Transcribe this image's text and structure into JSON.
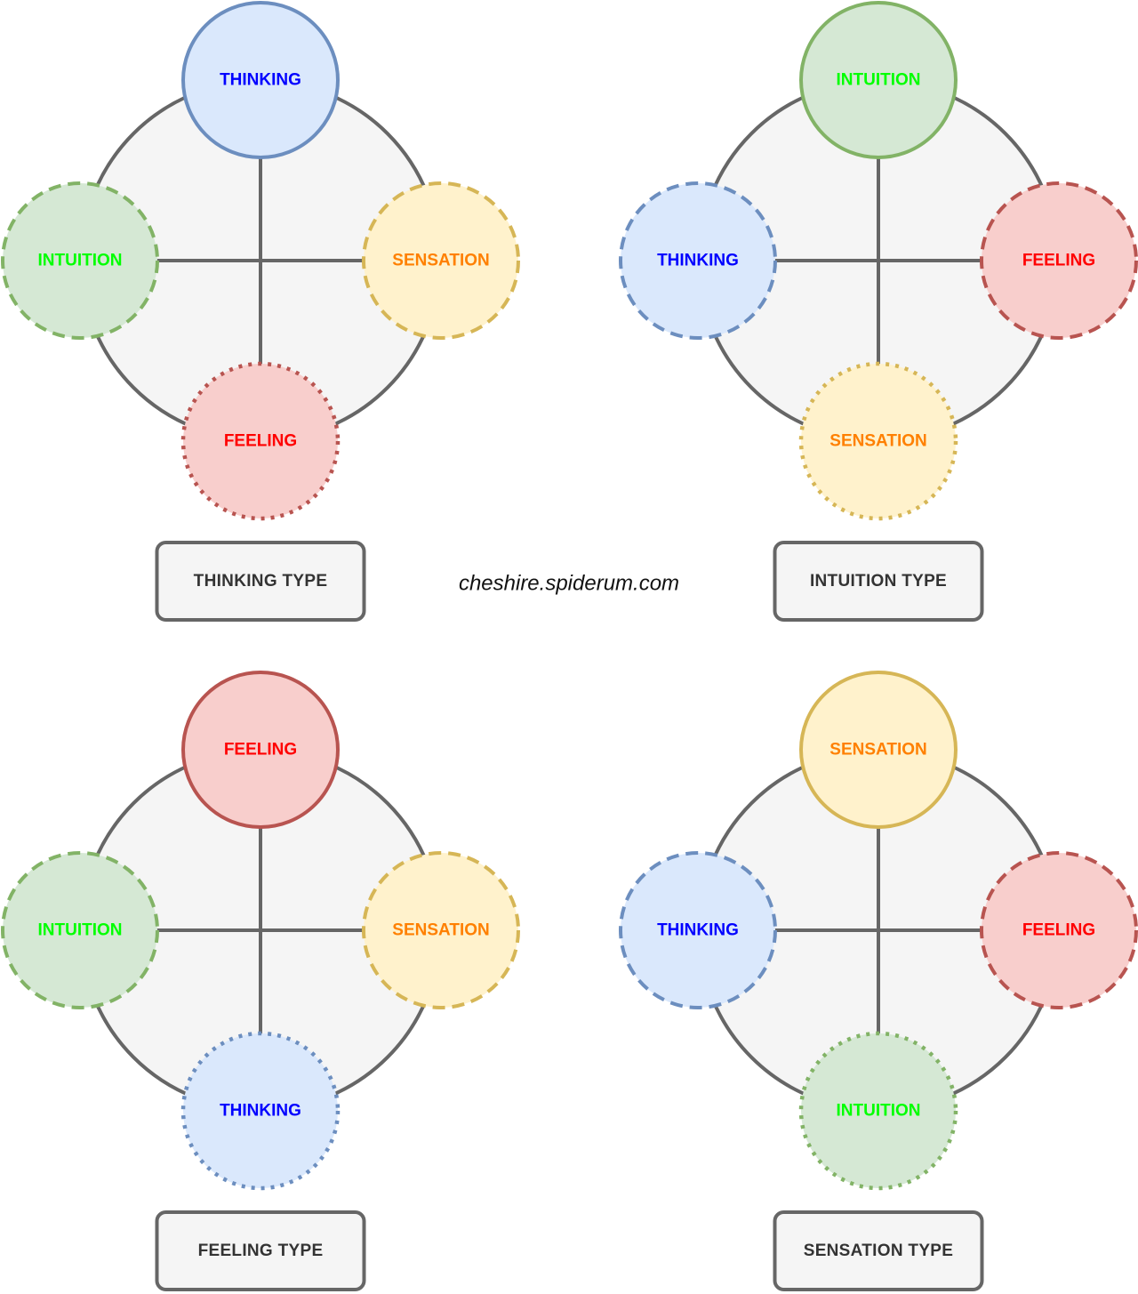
{
  "watermark": "cheshire.spiderum.com",
  "functions": {
    "thinking": {
      "label": "THINKING",
      "fill": "#dae8fc",
      "stroke": "#6c8ebf",
      "text": "#0000ff"
    },
    "intuition": {
      "label": "INTUITION",
      "fill": "#d5e8d4",
      "stroke": "#82b366",
      "text": "#00ff00"
    },
    "sensation": {
      "label": "SENSATION",
      "fill": "#fff2cc",
      "stroke": "#d6b656",
      "text": "#ff8000"
    },
    "feeling": {
      "label": "FEELING",
      "fill": "#f8cecc",
      "stroke": "#b85450",
      "text": "#ff0000"
    }
  },
  "diagrams": [
    {
      "type_label": "THINKING TYPE",
      "top": "thinking",
      "left": "intuition",
      "right": "sensation",
      "bottom": "feeling"
    },
    {
      "type_label": "INTUITION TYPE",
      "top": "intuition",
      "left": "thinking",
      "right": "feeling",
      "bottom": "sensation"
    },
    {
      "type_label": "FEELING TYPE",
      "top": "feeling",
      "left": "intuition",
      "right": "sensation",
      "bottom": "thinking"
    },
    {
      "type_label": "SENSATION TYPE",
      "top": "sensation",
      "left": "thinking",
      "right": "feeling",
      "bottom": "intuition"
    }
  ]
}
